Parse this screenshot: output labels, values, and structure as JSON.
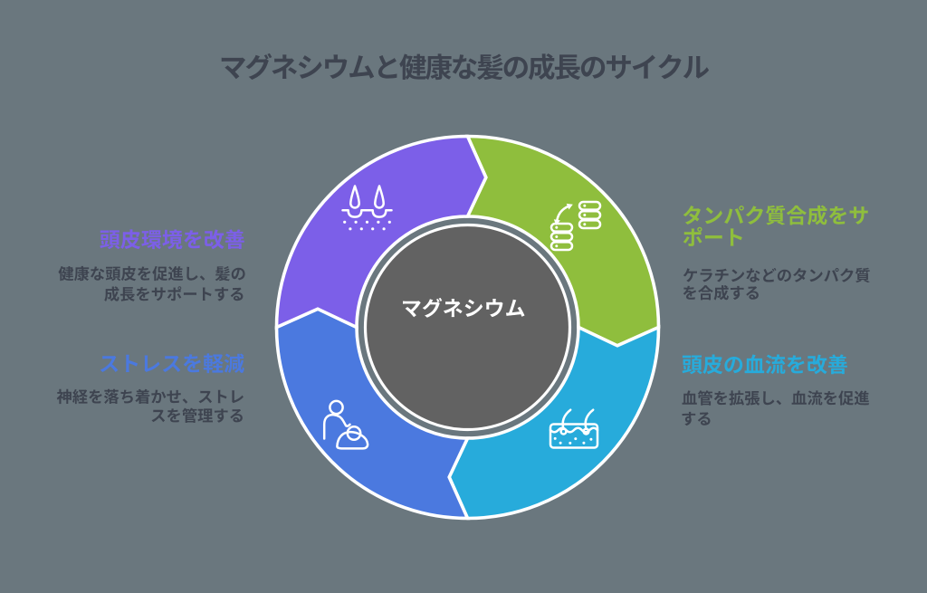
{
  "title": "マグネシウムと健康な髪の成長のサイクル",
  "center": {
    "label": "マグネシウム"
  },
  "colors": {
    "background": "#6A777E",
    "title_text": "#3E4450",
    "body_text": "#3E4450",
    "center_circle_fill": "#626262",
    "center_label_text": "#FFFFFF",
    "separator": "#FFFFFF"
  },
  "steps": [
    {
      "label": "頭皮環境を改善",
      "description": "健康な頭皮を促進し、髪の成長をサポートする",
      "color": "#7C5FE8",
      "icon": "hair-follicle-icon",
      "position": "top-left"
    },
    {
      "label": "タンパク質合成をサポート",
      "description": "ケラチンなどのタンパク質を合成する",
      "color": "#8FBE3D",
      "icon": "protein-synthesis-icon",
      "position": "top-right"
    },
    {
      "label": "頭皮の血流を改善",
      "description": "血管を拡張し、血流を促進する",
      "color": "#27ABDB",
      "icon": "scalp-blood-flow-icon",
      "position": "bottom-right"
    },
    {
      "label": "ストレスを軽減",
      "description": "神経を落ち着かせ、ストレスを管理する",
      "color": "#4B79DF",
      "icon": "head-massage-icon",
      "position": "bottom-left"
    }
  ]
}
